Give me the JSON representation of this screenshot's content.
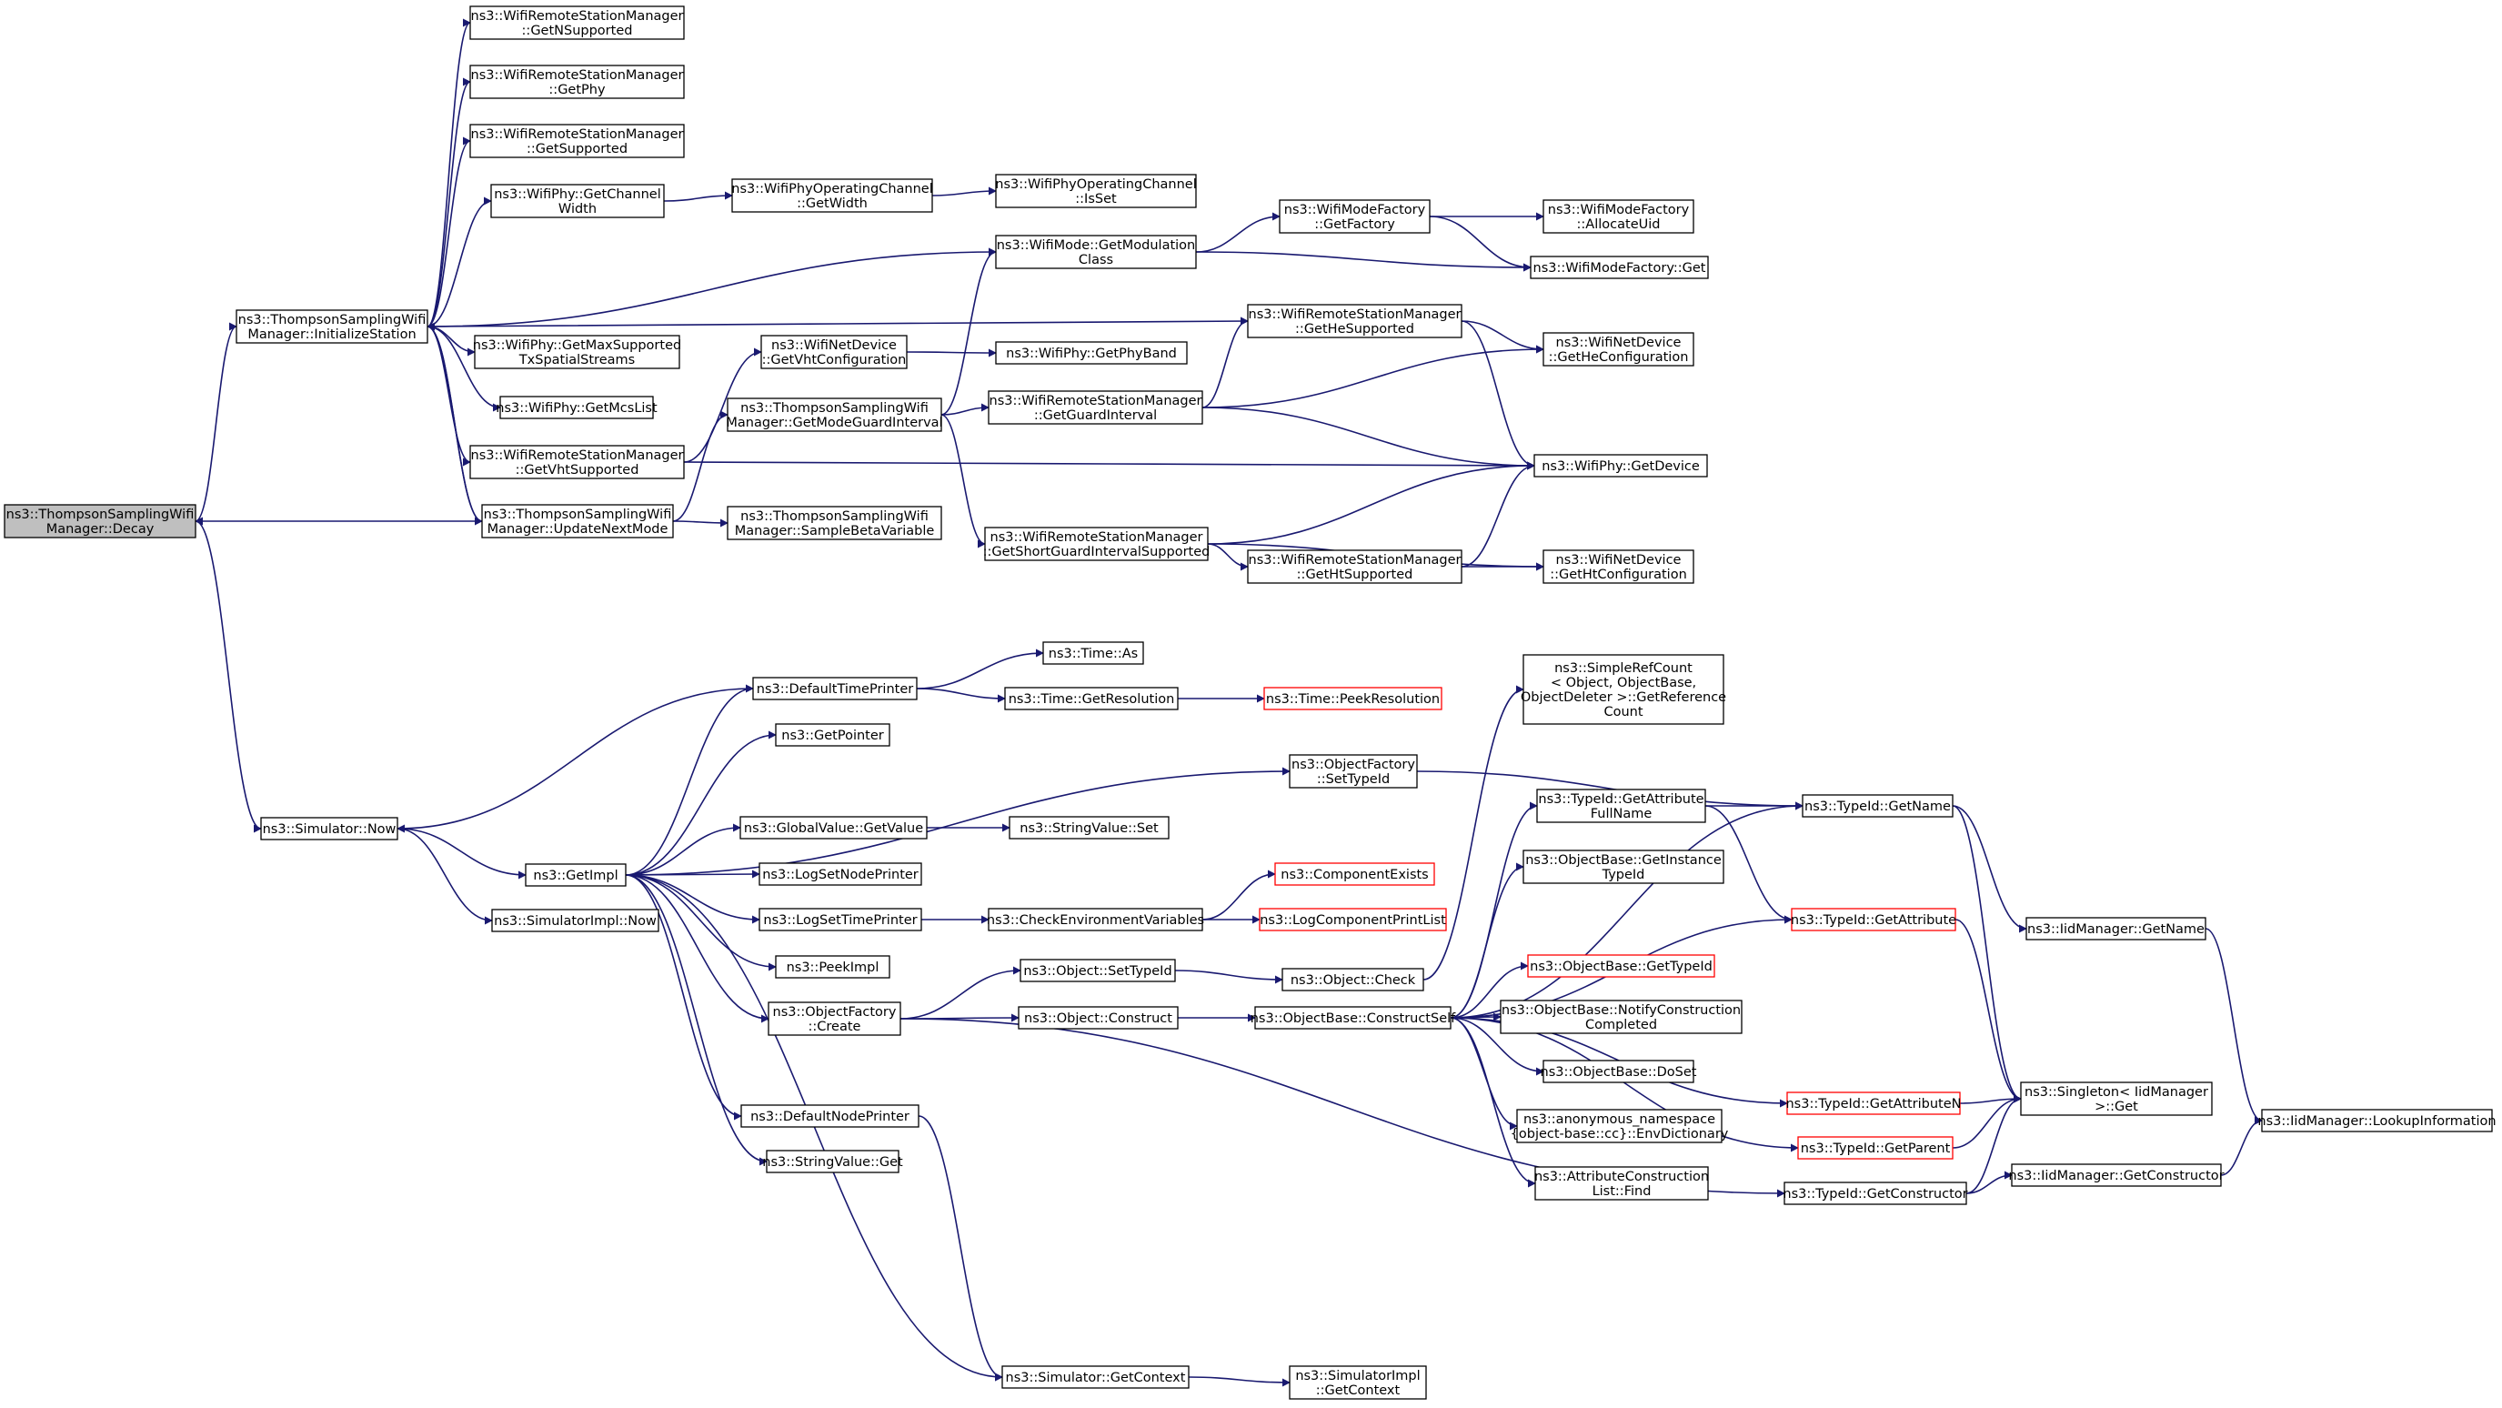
{
  "diagram": {
    "nodes": [
      {
        "id": "decay",
        "lines": [
          "ns3::ThompsonSamplingWifi",
          "Manager::Decay"
        ],
        "style": "root"
      },
      {
        "id": "initsta",
        "lines": [
          "ns3::ThompsonSamplingWifi",
          "Manager::InitializeStation"
        ]
      },
      {
        "id": "updnext",
        "lines": [
          "ns3::ThompsonSamplingWifi",
          "Manager::UpdateNextMode"
        ]
      },
      {
        "id": "getnsup",
        "lines": [
          "ns3::WifiRemoteStationManager",
          "::GetNSupported"
        ]
      },
      {
        "id": "getphy",
        "lines": [
          "ns3::WifiRemoteStationManager",
          "::GetPhy"
        ]
      },
      {
        "id": "getsup",
        "lines": [
          "ns3::WifiRemoteStationManager",
          "::GetSupported"
        ]
      },
      {
        "id": "chwidth",
        "lines": [
          "ns3::WifiPhy::GetChannel",
          "Width"
        ]
      },
      {
        "id": "opgetwidth",
        "lines": [
          "ns3::WifiPhyOperatingChannel",
          "::GetWidth"
        ]
      },
      {
        "id": "opisset",
        "lines": [
          "ns3::WifiPhyOperatingChannel",
          "::IsSet"
        ]
      },
      {
        "id": "modclass",
        "lines": [
          "ns3::WifiMode::GetModulation",
          "Class"
        ]
      },
      {
        "id": "mfgetfac",
        "lines": [
          "ns3::WifiModeFactory",
          "::GetFactory"
        ]
      },
      {
        "id": "mfalloc",
        "lines": [
          "ns3::WifiModeFactory",
          "::AllocateUid"
        ]
      },
      {
        "id": "mfget",
        "lines": [
          "ns3::WifiModeFactory::Get"
        ]
      },
      {
        "id": "getmaxss",
        "lines": [
          "ns3::WifiPhy::GetMaxSupported",
          "TxSpatialStreams"
        ]
      },
      {
        "id": "getmcs",
        "lines": [
          "ns3::WifiPhy::GetMcsList"
        ]
      },
      {
        "id": "getvhtsup",
        "lines": [
          "ns3::WifiRemoteStationManager",
          "::GetVhtSupported"
        ]
      },
      {
        "id": "getvhtcfg",
        "lines": [
          "ns3::WifiNetDevice",
          "::GetVhtConfiguration"
        ]
      },
      {
        "id": "getphyband",
        "lines": [
          "ns3::WifiPhy::GetPhyBand"
        ]
      },
      {
        "id": "getmodegi",
        "lines": [
          "ns3::ThompsonSamplingWifi",
          "Manager::GetModeGuardInterval"
        ]
      },
      {
        "id": "getgi",
        "lines": [
          "ns3::WifiRemoteStationManager",
          "::GetGuardInterval"
        ]
      },
      {
        "id": "gethesup",
        "lines": [
          "ns3::WifiRemoteStationManager",
          "::GetHeSupported"
        ]
      },
      {
        "id": "gethecfg",
        "lines": [
          "ns3::WifiNetDevice",
          "::GetHeConfiguration"
        ]
      },
      {
        "id": "getdevice",
        "lines": [
          "ns3::WifiPhy::GetDevice"
        ]
      },
      {
        "id": "samplebeta",
        "lines": [
          "ns3::ThompsonSamplingWifi",
          "Manager::SampleBetaVariable"
        ]
      },
      {
        "id": "getsgi",
        "lines": [
          "ns3::WifiRemoteStationManager",
          "::GetShortGuardIntervalSupported"
        ]
      },
      {
        "id": "gethtsup",
        "lines": [
          "ns3::WifiRemoteStationManager",
          "::GetHtSupported"
        ]
      },
      {
        "id": "gethtcfg",
        "lines": [
          "ns3::WifiNetDevice",
          "::GetHtConfiguration"
        ]
      },
      {
        "id": "simnow",
        "lines": [
          "ns3::Simulator::Now"
        ]
      },
      {
        "id": "simimplnow",
        "lines": [
          "ns3::SimulatorImpl::Now"
        ]
      },
      {
        "id": "getimpl",
        "lines": [
          "ns3::GetImpl"
        ]
      },
      {
        "id": "deftimepr",
        "lines": [
          "ns3::DefaultTimePrinter"
        ]
      },
      {
        "id": "timeas",
        "lines": [
          "ns3::Time::As"
        ]
      },
      {
        "id": "timegetres",
        "lines": [
          "ns3::Time::GetResolution"
        ]
      },
      {
        "id": "timepeek",
        "lines": [
          "ns3::Time::PeekResolution"
        ],
        "style": "ext"
      },
      {
        "id": "getpointer",
        "lines": [
          "ns3::GetPointer"
        ]
      },
      {
        "id": "ofsettid",
        "lines": [
          "ns3::ObjectFactory",
          "::SetTypeId"
        ]
      },
      {
        "id": "gvgetval",
        "lines": [
          "ns3::GlobalValue::GetValue"
        ]
      },
      {
        "id": "svset",
        "lines": [
          "ns3::StringValue::Set"
        ]
      },
      {
        "id": "logsetnode",
        "lines": [
          "ns3::LogSetNodePrinter"
        ]
      },
      {
        "id": "logsettime",
        "lines": [
          "ns3::LogSetTimePrinter"
        ]
      },
      {
        "id": "checkenv",
        "lines": [
          "ns3::CheckEnvironmentVariables"
        ]
      },
      {
        "id": "compexists",
        "lines": [
          "ns3::ComponentExists"
        ],
        "style": "ext"
      },
      {
        "id": "logcompprint",
        "lines": [
          "ns3::LogComponentPrintList"
        ],
        "style": "ext"
      },
      {
        "id": "peekimpl",
        "lines": [
          "ns3::PeekImpl"
        ]
      },
      {
        "id": "ofcreate",
        "lines": [
          "ns3::ObjectFactory",
          "::Create"
        ]
      },
      {
        "id": "objsettid",
        "lines": [
          "ns3::Object::SetTypeId"
        ]
      },
      {
        "id": "objcheck",
        "lines": [
          "ns3::Object::Check"
        ]
      },
      {
        "id": "objconstruct",
        "lines": [
          "ns3::Object::Construct"
        ]
      },
      {
        "id": "obconstructself",
        "lines": [
          "ns3::ObjectBase::ConstructSelf"
        ]
      },
      {
        "id": "defnodepr",
        "lines": [
          "ns3::DefaultNodePrinter"
        ]
      },
      {
        "id": "svget",
        "lines": [
          "ns3::StringValue::Get"
        ]
      },
      {
        "id": "simgetctx",
        "lines": [
          "ns3::Simulator::GetContext"
        ]
      },
      {
        "id": "simimplctx",
        "lines": [
          "ns3::SimulatorImpl",
          "::GetContext"
        ]
      },
      {
        "id": "simplerefcount",
        "lines": [
          "ns3::SimpleRefCount",
          "< Object, ObjectBase,",
          "ObjectDeleter >::GetReference",
          "Count"
        ]
      },
      {
        "id": "tidgetattrfull",
        "lines": [
          "ns3::TypeId::GetAttribute",
          "FullName"
        ]
      },
      {
        "id": "tidgetname",
        "lines": [
          "ns3::TypeId::GetName"
        ]
      },
      {
        "id": "obgetinst",
        "lines": [
          "ns3::ObjectBase::GetInstance",
          "TypeId"
        ]
      },
      {
        "id": "tidgetattr",
        "lines": [
          "ns3::TypeId::GetAttribute"
        ],
        "style": "ext"
      },
      {
        "id": "obgettid",
        "lines": [
          "ns3::ObjectBase::GetTypeId"
        ],
        "style": "ext"
      },
      {
        "id": "obnotify",
        "lines": [
          "ns3::ObjectBase::NotifyConstruction",
          "Completed"
        ]
      },
      {
        "id": "obdoset",
        "lines": [
          "ns3::ObjectBase::DoSet"
        ]
      },
      {
        "id": "envdict",
        "lines": [
          "ns3::anonymous_namespace",
          "{object-base::cc}::EnvDictionary"
        ]
      },
      {
        "id": "attrfind",
        "lines": [
          "ns3::AttributeConstruction",
          "List::Find"
        ]
      },
      {
        "id": "tidgetattrn",
        "lines": [
          "ns3::TypeId::GetAttributeN"
        ],
        "style": "ext"
      },
      {
        "id": "tidgetparent",
        "lines": [
          "ns3::TypeId::GetParent"
        ],
        "style": "ext"
      },
      {
        "id": "tidgetctor",
        "lines": [
          "ns3::TypeId::GetConstructor"
        ]
      },
      {
        "id": "iidgetname",
        "lines": [
          "ns3::IidManager::GetName"
        ]
      },
      {
        "id": "singletonget",
        "lines": [
          "ns3::Singleton< IidManager",
          ">::Get"
        ]
      },
      {
        "id": "iidgetctor",
        "lines": [
          "ns3::IidManager::GetConstructor"
        ]
      },
      {
        "id": "iidlookup",
        "lines": [
          "ns3::IidManager::LookupInformation"
        ]
      }
    ]
  }
}
